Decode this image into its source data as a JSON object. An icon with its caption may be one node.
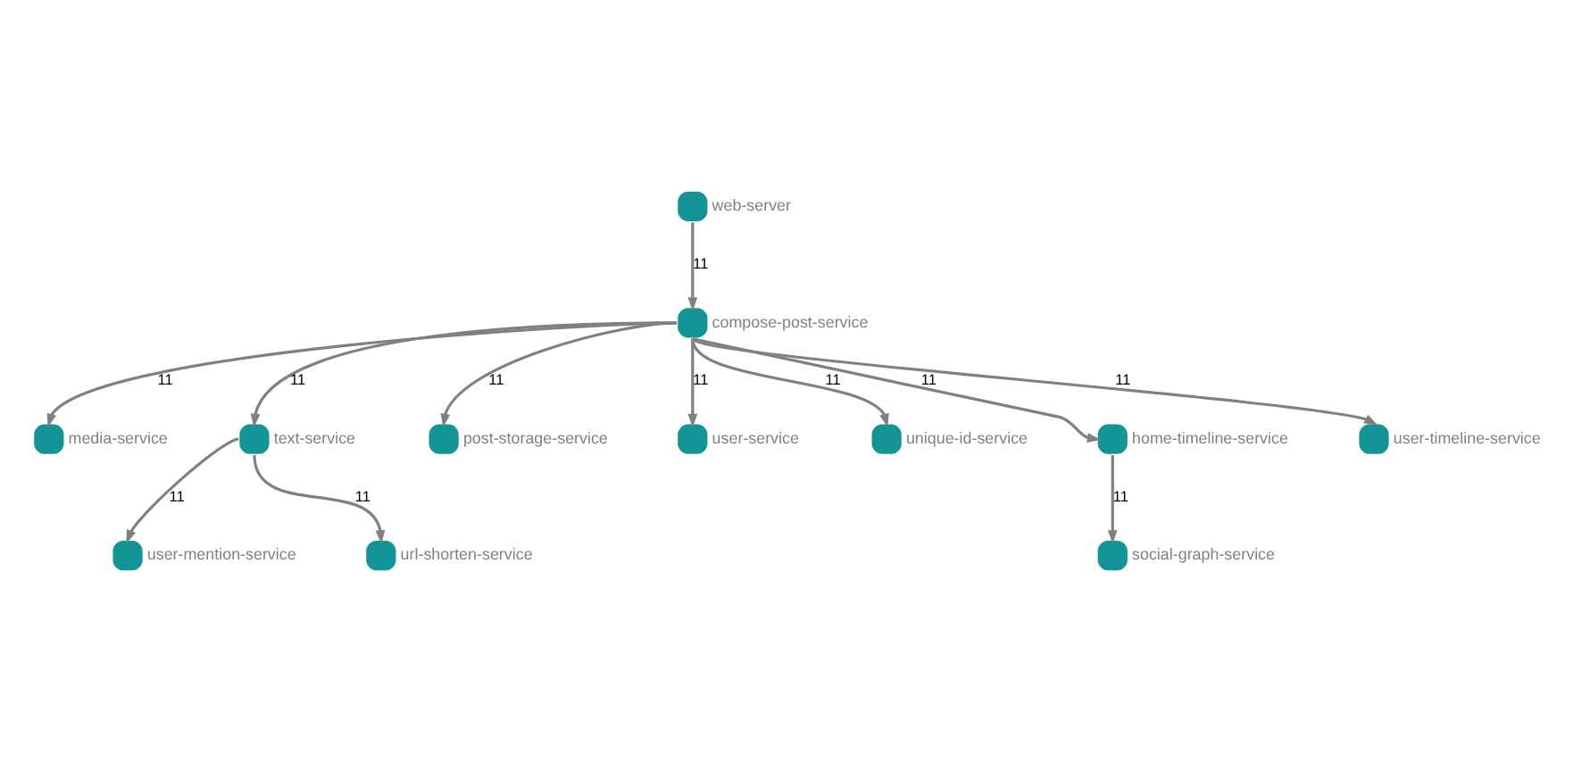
{
  "diagram": {
    "nodes": [
      {
        "text": [
          "web-server"
        ]
      },
      {
        "text": [
          "compose-post-service"
        ]
      },
      {
        "text": [
          "media-service"
        ]
      },
      {
        "text": [
          "text-service"
        ]
      },
      {
        "text": [
          "post-storage-service"
        ]
      },
      {
        "text": [
          "user-service"
        ]
      },
      {
        "text": [
          "unique-id-service"
        ]
      },
      {
        "text": [
          "home-timeline-service"
        ]
      },
      {
        "text": [
          "user-timeline-service"
        ]
      },
      {
        "text": [
          "user-mention-service"
        ]
      },
      {
        "text": [
          "url-shorten-service"
        ]
      },
      {
        "text": [
          "social-graph-service"
        ]
      }
    ],
    "edges": [
      {
        "from": 0,
        "to": 1,
        "arrow": "to",
        "label": "11"
      },
      {
        "from": 1,
        "to": 3,
        "arrow": "to",
        "label": "11"
      },
      {
        "from": 1,
        "to": 4,
        "arrow": "to",
        "label": "11"
      },
      {
        "from": 1,
        "to": 6,
        "arrow": "to",
        "label": "11"
      },
      {
        "from": 1,
        "to": 7,
        "arrow": "to",
        "label": "11"
      },
      {
        "from": 1,
        "to": 8,
        "arrow": "to",
        "label": "11"
      },
      {
        "from": 1,
        "to": 5,
        "arrow": "to",
        "label": "11"
      },
      {
        "from": 1,
        "to": 2,
        "arrow": "to",
        "label": "11"
      },
      {
        "from": 3,
        "to": 9,
        "arrow": "to",
        "label": "11"
      },
      {
        "from": 3,
        "to": 10,
        "arrow": "to",
        "label": "11"
      },
      {
        "from": 7,
        "to": 11,
        "arrow": "to",
        "label": "11"
      }
    ]
  }
}
